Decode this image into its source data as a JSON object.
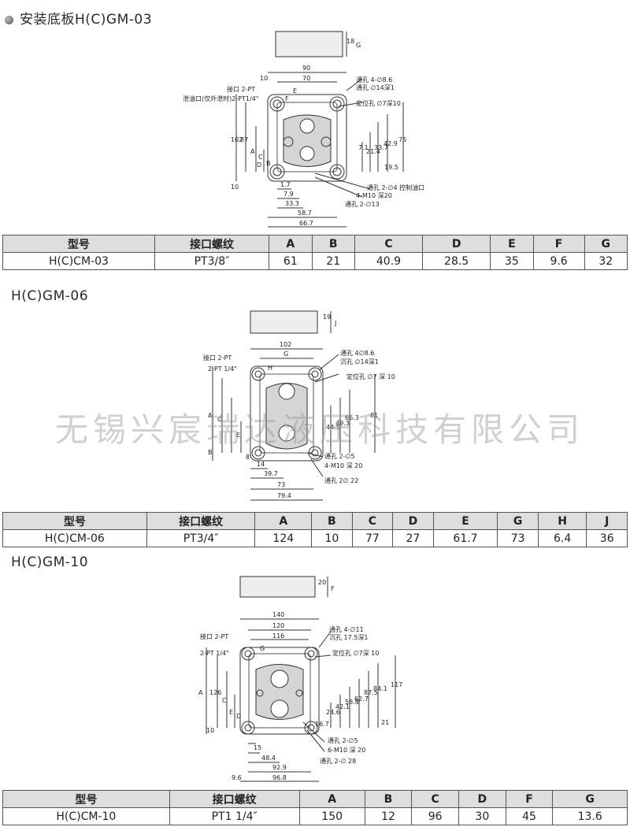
{
  "section1": {
    "title": "安装底板H(C)GM-03",
    "notes": [
      "通孔 4-∅8.6",
      "通孔 ∅14深1",
      "定位孔 ∅7深10",
      "接口 2-PT",
      "泄油口(仅外泄时)2-PT1/4\"",
      "通孔 2-∅4 控制油口",
      "4-M10 深20",
      "通孔 2-∅13"
    ],
    "dims": [
      "90",
      "70",
      "10",
      "E",
      "F",
      "102",
      "87",
      "A",
      "C",
      "B",
      "D",
      "10",
      "7.1",
      "21.4",
      "33.7",
      "42.9",
      "75",
      "19.5",
      "1.7",
      "7.9",
      "33.3",
      "58.7",
      "66.7",
      "18",
      "G"
    ],
    "table": {
      "headers": [
        "型号",
        "接口螺纹",
        "A",
        "B",
        "C",
        "D",
        "E",
        "F",
        "G"
      ],
      "row": [
        "H(C)CM-03",
        "PT3/8″",
        "61",
        "21",
        "40.9",
        "28.5",
        "35",
        "9.6",
        "32"
      ]
    }
  },
  "section2": {
    "title": "H(C)GM-06",
    "notes": [
      "通孔 4∅8.6",
      "沉孔 ∅14深1",
      "定位孔 ∅7 深 10",
      "接口 2-PT",
      "2-PT 1/4\"",
      "通孔 2-∅5",
      "4-M10 深 20",
      "通孔 2∅ 22"
    ],
    "dims": [
      "102",
      "G",
      "H",
      "A",
      "C",
      "B",
      "E",
      "8",
      "14",
      "39.7",
      "73",
      "79.4",
      "44.5",
      "49.3",
      "66.3",
      "81",
      "19",
      "J"
    ],
    "table": {
      "headers": [
        "型号",
        "接口螺纹",
        "A",
        "B",
        "C",
        "D",
        "E",
        "G",
        "H",
        "J"
      ],
      "row": [
        "H(C)CM-06",
        "PT3/4″",
        "124",
        "10",
        "77",
        "27",
        "61.7",
        "73",
        "6.4",
        "36"
      ]
    }
  },
  "section3": {
    "title": "H(C)GM-10",
    "notes": [
      "通孔 4-∅11",
      "沉孔 17.5深1",
      "定位孔 ∅7深 10",
      "接口 2-PT",
      "2-PT 1/4\"",
      "通孔 2-∅5",
      "6-M10 深 20",
      "通孔 2-∅ 28"
    ],
    "dims": [
      "140",
      "120",
      "116",
      "G",
      "A",
      "126",
      "C",
      "E",
      "D",
      "10",
      "15",
      "48.4",
      "92.9",
      "96.8",
      "9.6",
      "24.6",
      "42.1",
      "58.8",
      "62.7",
      "87.5",
      "84.1",
      "117",
      "21",
      "16.7",
      "20",
      "F"
    ],
    "table": {
      "headers": [
        "型号",
        "接口螺纹",
        "A",
        "B",
        "C",
        "D",
        "F",
        "G"
      ],
      "row": [
        "H(C)CM-10",
        "PT1 1/4″",
        "150",
        "12",
        "96",
        "30",
        "45",
        "13.6"
      ]
    }
  },
  "watermark": "无锡兴宸瑞达液压科技有限公司"
}
